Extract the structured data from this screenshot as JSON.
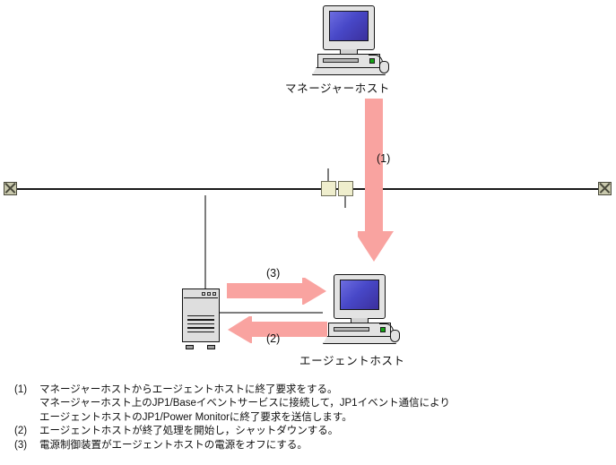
{
  "diagram": {
    "nodes": {
      "manager_host": {
        "label": "マネージャーホスト",
        "icon": "desktop-computer-icon"
      },
      "agent_host": {
        "label": "エージェントホスト",
        "icon": "desktop-computer-icon"
      },
      "power_device": {
        "label": "",
        "icon": "tower-server-icon"
      }
    },
    "arrows": [
      {
        "id": "1",
        "label": "(1)",
        "direction": "down",
        "from": "manager_host",
        "to": "agent_host",
        "color": "#f9a3a0"
      },
      {
        "id": "3",
        "label": "(3)",
        "direction": "right",
        "from": "power_device",
        "to": "agent_host",
        "color": "#f9a3a0"
      },
      {
        "id": "2",
        "label": "(2)",
        "direction": "left",
        "from": "agent_host",
        "to": "power_device",
        "color": "#f9a3a0"
      }
    ],
    "network": {
      "terminator_left": "network-terminator-icon",
      "terminator_right": "network-terminator-icon",
      "tap_manager": "network-tap-icon",
      "tap_agent": "network-tap-icon",
      "line_color": "#1a1a1a",
      "tap_color": "#efeecd"
    }
  },
  "caption": {
    "items": [
      {
        "num": "(1)",
        "lines": [
          "マネージャーホストからエージェントホストに終了要求をする。",
          "マネージャーホスト上のJP1/Baseイベントサービスに接続して，JP1イベント通信により",
          "エージェントホストのJP1/Power Monitorに終了要求を送信します。"
        ]
      },
      {
        "num": "(2)",
        "lines": [
          "エージェントホストが終了処理を開始し，シャットダウンする。"
        ]
      },
      {
        "num": "(3)",
        "lines": [
          "電源制御装置がエージェントホストの電源をオフにする。"
        ]
      }
    ]
  }
}
